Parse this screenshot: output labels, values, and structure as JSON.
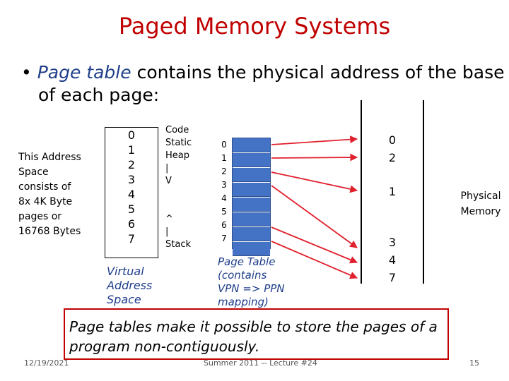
{
  "title": "Paged Memory Systems",
  "bullet": {
    "marker": "•",
    "emphasis": "Page table",
    "rest_line1": " contains the physical address of the base",
    "line2": "of each page:"
  },
  "address_space_desc": [
    "This Address",
    "Space",
    "consists of",
    "8x 4K Byte",
    "pages or",
    "16768 Bytes"
  ],
  "virtual_pages": [
    "0",
    "1",
    "2",
    "3",
    "4",
    "5",
    "6",
    "7"
  ],
  "virtual_caption": [
    "Virtual",
    "Address",
    "Space"
  ],
  "segment_labels": [
    "Code",
    "Static",
    "Heap",
    "|",
    "V",
    "",
    "",
    "^",
    "|",
    "Stack"
  ],
  "page_table": {
    "indices": [
      "0",
      "1",
      "2",
      "3",
      "4",
      "5",
      "6",
      "7"
    ],
    "caption": [
      "Page Table",
      "(contains",
      "VPN => PPN",
      "mapping)"
    ],
    "entry_color": "#4472c4"
  },
  "physical_memory": {
    "frames": [
      "0",
      "2",
      "1",
      "3",
      "4",
      "7"
    ],
    "label": [
      "Physical",
      "Memory"
    ]
  },
  "note": [
    "Page tables make it possible to store the pages of a",
    "program non-contiguously."
  ],
  "footer": {
    "date": "12/19/2021",
    "center": "Summer 2011 -- Lecture #24",
    "page": "15"
  },
  "colors": {
    "title": "#c00000",
    "arrow": "#e0202c",
    "accent": "#1f3e8a"
  }
}
